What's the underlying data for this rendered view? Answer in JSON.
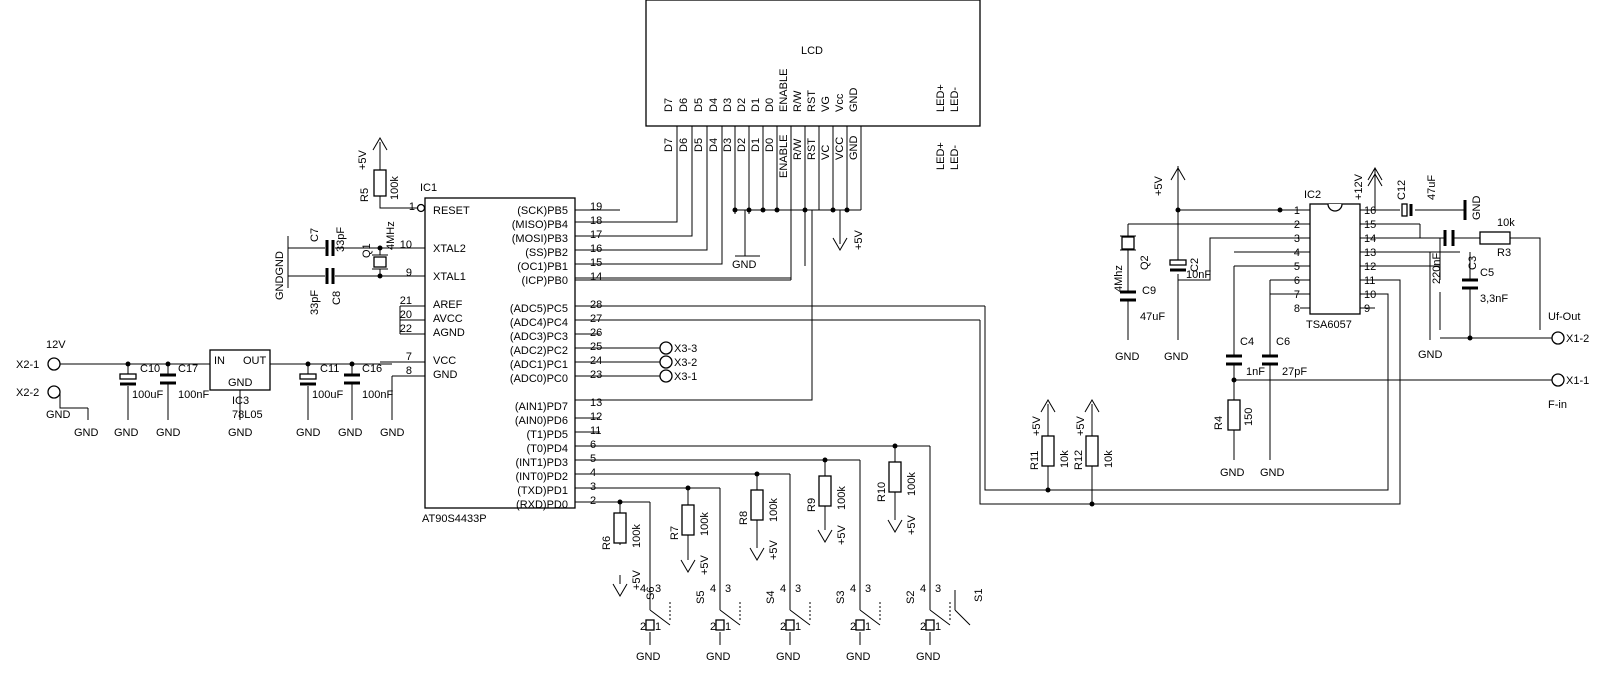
{
  "lcd": {
    "title": "LCD",
    "pins": [
      "D7",
      "D6",
      "D5",
      "D4",
      "D3",
      "D2",
      "D1",
      "D0",
      "ENABLE",
      "R/W",
      "RST",
      "VG",
      "Vcc",
      "GND"
    ],
    "led_pins": [
      "LED+",
      "LED-"
    ],
    "wire_labels": [
      "D7",
      "D6",
      "D5",
      "D4",
      "D3",
      "D2",
      "D1",
      "D0",
      "ENABLE",
      "R/W",
      "RST",
      "VC",
      "VCC",
      "GND"
    ],
    "wire_led_labels": [
      "LED+",
      "LED-"
    ]
  },
  "ic1": {
    "ref": "IC1",
    "part": "AT90S4433P",
    "left_pins": [
      {
        "name": "RESET",
        "num": "1"
      },
      {
        "name": "XTAL2",
        "num": "10"
      },
      {
        "name": "XTAL1",
        "num": "9"
      },
      {
        "name": "AREF",
        "num": "21"
      },
      {
        "name": "AVCC",
        "num": "20"
      },
      {
        "name": "AGND",
        "num": "22"
      },
      {
        "name": "VCC",
        "num": "7"
      },
      {
        "name": "GND",
        "num": "8"
      }
    ],
    "right_pins": [
      {
        "name": "(SCK)PB5",
        "num": "19"
      },
      {
        "name": "(MISO)PB4",
        "num": "18"
      },
      {
        "name": "(MOSI)PB3",
        "num": "17"
      },
      {
        "name": "(SS)PB2",
        "num": "16"
      },
      {
        "name": "(OC1)PB1",
        "num": "15"
      },
      {
        "name": "(ICP)PB0",
        "num": "14"
      },
      {
        "name": "(ADC5)PC5",
        "num": "28"
      },
      {
        "name": "(ADC4)PC4",
        "num": "27"
      },
      {
        "name": "(ADC3)PC3",
        "num": "26"
      },
      {
        "name": "(ADC2)PC2",
        "num": "25"
      },
      {
        "name": "(ADC1)PC1",
        "num": "24"
      },
      {
        "name": "(ADC0)PC0",
        "num": "23"
      },
      {
        "name": "(AIN1)PD7",
        "num": "13"
      },
      {
        "name": "(AIN0)PD6",
        "num": "12"
      },
      {
        "name": "(T1)PD5",
        "num": "11"
      },
      {
        "name": "(T0)PD4",
        "num": "6"
      },
      {
        "name": "(INT1)PD3",
        "num": "5"
      },
      {
        "name": "(INT0)PD2",
        "num": "4"
      },
      {
        "name": "(TXD)PD1",
        "num": "3"
      },
      {
        "name": "(RXD)PD0",
        "num": "2"
      }
    ]
  },
  "ic2": {
    "ref": "IC2",
    "part": "TSA6057",
    "left_nums": [
      "1",
      "2",
      "3",
      "4",
      "5",
      "6",
      "7",
      "8"
    ],
    "right_nums": [
      "16",
      "15",
      "14",
      "13",
      "12",
      "11",
      "10",
      "9"
    ]
  },
  "ic3": {
    "ref": "IC3",
    "part": "78L05",
    "pin_in": "IN",
    "pin_out": "OUT",
    "pin_gnd": "GND"
  },
  "crystals": [
    {
      "ref": "Q1",
      "value": "4MHz"
    },
    {
      "ref": "Q2",
      "value": "4Mhz"
    }
  ],
  "resistors": [
    {
      "ref": "R5",
      "value": "100k"
    },
    {
      "ref": "R6",
      "value": "100k"
    },
    {
      "ref": "R7",
      "value": "100k"
    },
    {
      "ref": "R8",
      "value": "100k"
    },
    {
      "ref": "R9",
      "value": "100k"
    },
    {
      "ref": "R10",
      "value": "100k"
    },
    {
      "ref": "R11",
      "value": "10k"
    },
    {
      "ref": "R12",
      "value": "10k"
    },
    {
      "ref": "R4",
      "value": "150"
    },
    {
      "ref": "R3",
      "value": "10k"
    }
  ],
  "capacitors": [
    {
      "ref": "C7",
      "value": "33pF"
    },
    {
      "ref": "C8",
      "value": "33pF"
    },
    {
      "ref": "C10",
      "value": "100uF"
    },
    {
      "ref": "C17",
      "value": "100nF"
    },
    {
      "ref": "C11",
      "value": "100uF"
    },
    {
      "ref": "C16",
      "value": "100nF"
    },
    {
      "ref": "C9",
      "value": "47uF"
    },
    {
      "ref": "C6",
      "value": "27pF"
    },
    {
      "ref": "C4",
      "value": "1nF"
    },
    {
      "ref": "C2",
      "value": "10nF"
    },
    {
      "ref": "C12",
      "value": "47uF"
    },
    {
      "ref": "C3",
      "value": "220nF"
    },
    {
      "ref": "C5",
      "value": "3,3nF"
    }
  ],
  "switches": [
    "S1",
    "S2",
    "S3",
    "S4",
    "S5",
    "S6"
  ],
  "switch_pins": [
    "1",
    "2",
    "3",
    "4"
  ],
  "connectors": {
    "x2_1": "X2-1",
    "x2_2": "X2-2",
    "x2_voltage": "12V",
    "x3_3": "X3-3",
    "x3_2": "X3-2",
    "x3_1": "X3-1",
    "x1_2": "X1-2",
    "x1_1": "X1-1",
    "uf_out": "Uf-Out",
    "f_in": "F-in"
  },
  "rails": {
    "vcc5": "+5V",
    "vcc12": "+12V",
    "gnd": "GND",
    "gnd_pair": "GNDGND"
  }
}
